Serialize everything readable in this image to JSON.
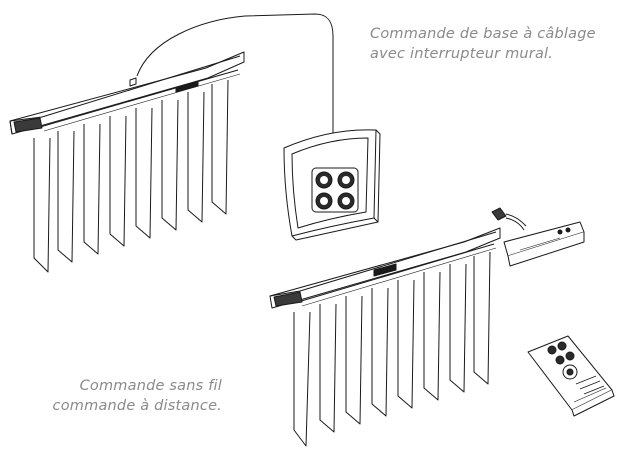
{
  "captions": {
    "wired": {
      "line1": "Commande de base à câblage",
      "line2": "avec interrupteur mural."
    },
    "wireless": {
      "line1": "Commande sans fil",
      "line2": "commande à distance."
    }
  },
  "illustration": {
    "line_color": "#1a1a1a",
    "caption_color": "#8a8a8a",
    "components": [
      "vertical-blind-headrail",
      "wall-switch",
      "receiver-module",
      "remote-control"
    ]
  }
}
